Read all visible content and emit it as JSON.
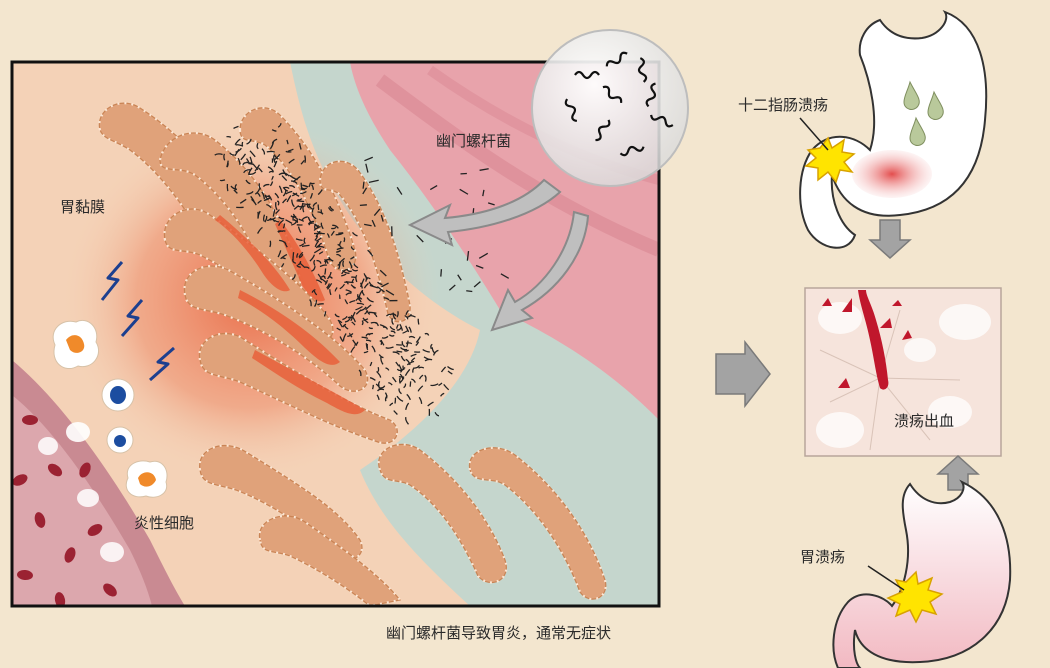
{
  "labels": {
    "gastric_mucosa": "胃黏膜",
    "h_pylori": "幽门螺杆菌",
    "inflammatory_cells": "炎性细胞",
    "caption": "幽门螺杆菌导致胃炎，通常无症状",
    "duodenal_ulcer": "十二指肠溃疡",
    "ulcer_bleeding": "溃疡出血",
    "gastric_ulcer": "胃溃疡"
  },
  "colors": {
    "background": "#f3e6cf",
    "mucosa": "#f4d2b7",
    "lumen": "#c5d6cd",
    "lining_band": "#e0a27a",
    "inflammation": "#e8603b",
    "blood_vessel": "#c98a92",
    "arrow": "#9a9a9a",
    "bleeding": "#c0172c",
    "starburst": "#ffe400"
  }
}
